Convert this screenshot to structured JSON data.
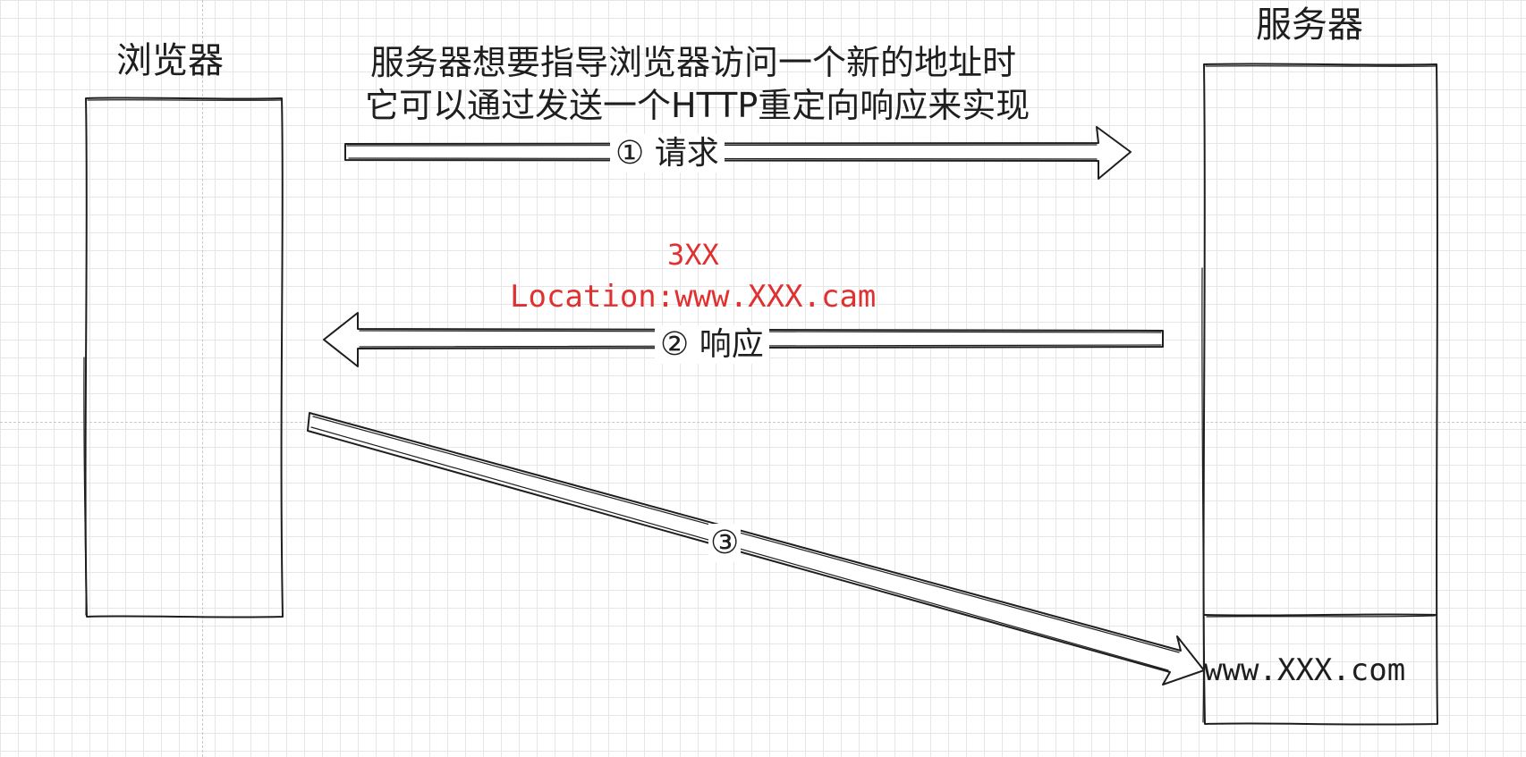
{
  "nodes": {
    "browser": {
      "title": "浏览器"
    },
    "server": {
      "title": "服务器",
      "target_domain": "www.XXX.com"
    }
  },
  "description": {
    "line1": "服务器想要指导浏览器访问一个新的地址时",
    "line2": "它可以通过发送一个HTTP重定向响应来实现"
  },
  "arrows": {
    "request": {
      "label": "① 请求"
    },
    "response": {
      "label": "② 响应"
    },
    "redirect": {
      "label": "③"
    }
  },
  "response_headers": {
    "status": "3XX",
    "location": "Location:www.XXX.cam"
  },
  "colors": {
    "stroke": "#1e1e1e",
    "highlight": "#e03131",
    "grid": "#e6e6e6"
  }
}
